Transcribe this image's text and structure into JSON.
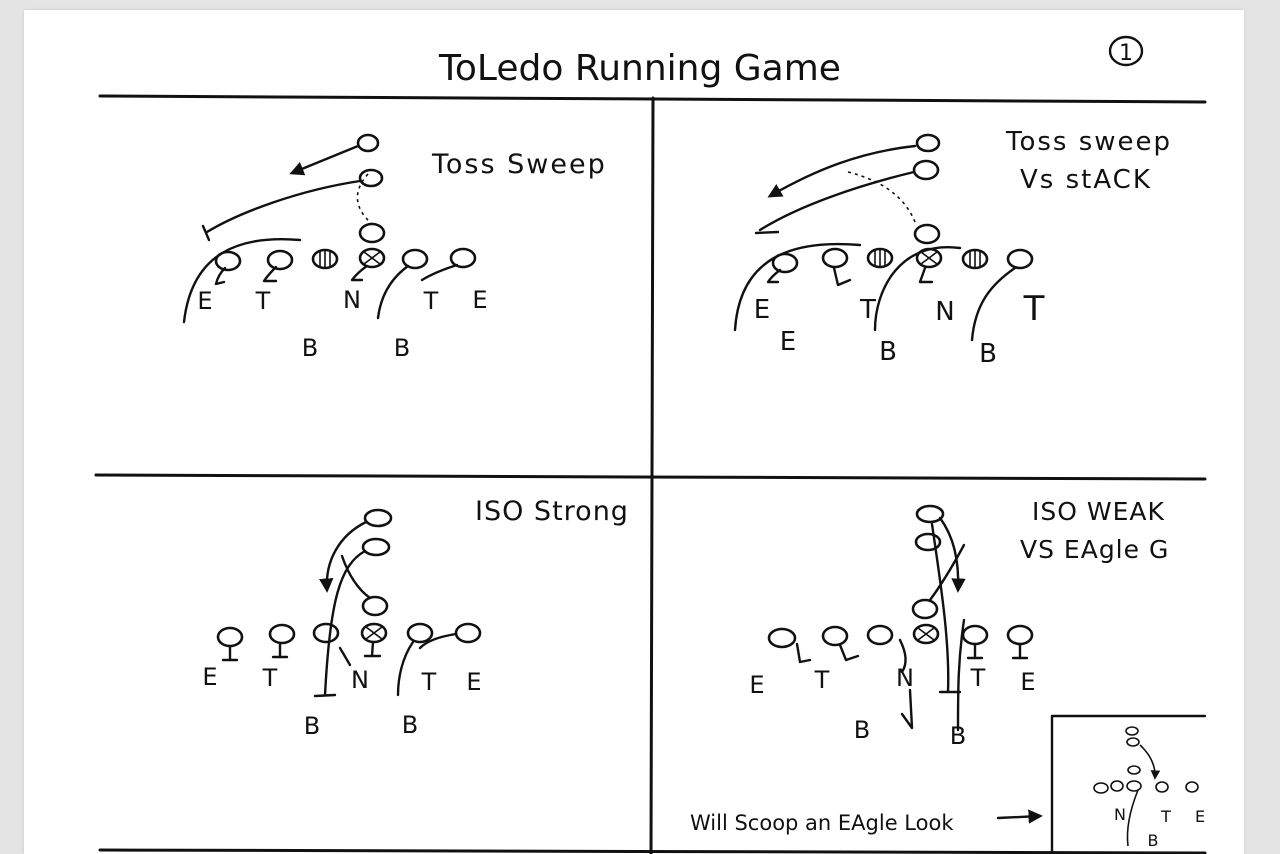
{
  "sheet": {
    "title": "ToLedo Running Game",
    "page_number": "1"
  },
  "plays": [
    {
      "name": "Toss Sweep",
      "defense": [
        "E",
        "T",
        "N",
        "T",
        "E",
        "B",
        "B"
      ]
    },
    {
      "name_line1": "Toss sweep",
      "name_line2": "Vs stACK",
      "defense": [
        "E",
        "T",
        "N",
        "T",
        "E",
        "B",
        "B"
      ]
    },
    {
      "name": "ISO Strong",
      "defense": [
        "E",
        "T",
        "N",
        "T",
        "E",
        "B",
        "B"
      ]
    },
    {
      "name_line1": "ISO WEAK",
      "name_line2": "VS EAgle G",
      "defense": [
        "E",
        "T",
        "N",
        "T",
        "E",
        "B",
        "B"
      ]
    }
  ],
  "note": {
    "text": "Will Scoop an EAgle Look"
  },
  "inset": {
    "labels": [
      "N",
      "T",
      "E",
      "B"
    ]
  }
}
